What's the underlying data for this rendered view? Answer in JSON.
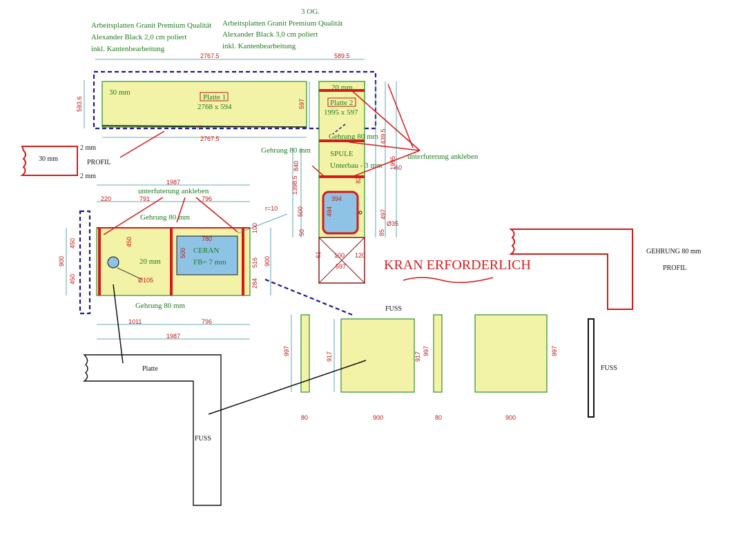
{
  "header": {
    "floor": "3 OG.",
    "spec_left": [
      "Arbeitsplatten Granit Premium Qualität",
      "Alexander Black 2,0 cm poliert",
      "inkl. Kantenbearbeitung"
    ],
    "spec_right": [
      "Arbeitsplatten Granit Premium Qualität",
      "Alexander Black 3,0 cm poliert",
      "inkl. Kantenbearbeitung"
    ]
  },
  "top_plate": {
    "dim_top": "2767.5",
    "dim_right_top": "589.5",
    "dim_left": "593.6",
    "dim_bottom": "2767.5",
    "thickness": "30 mm",
    "label": "Platte 1",
    "size": "2768 x 594",
    "dim_right_side": "597"
  },
  "right_plate": {
    "thickness": "20 mm",
    "label": "Platte 2",
    "size": "1995  x 597",
    "miter": "Gehrung 80 mm",
    "miter_left": "Gehrung 80 mm",
    "sink": "SPULE",
    "sink_note": "Unterbau - 3 mm",
    "dim_1995": "1995",
    "dim_1439": "1439.5",
    "dim_60": "60",
    "dim_840": "840",
    "dim_1398": "1398.5",
    "dim_500": "500",
    "dim_82": "82",
    "dim_394": "394",
    "dim_494": "494",
    "dim_497": "497",
    "dim_35": "Ø35",
    "dim_85": "85",
    "dim_50": "50",
    "dim_61": "61",
    "dim_100": "100",
    "dim_120": "120",
    "dim_597b": "597",
    "glue": "unterfuterung ankleben"
  },
  "profile_left": {
    "thickness": "30 mm",
    "top": "2 mm",
    "label": "PROFIL",
    "bottom": "2 mm"
  },
  "lower_plate": {
    "dim_top": "1987",
    "dim_220": "220",
    "dim_791": "791",
    "dim_796_top": "796",
    "glue": "unterfuterung ankleben",
    "miter_top": "Gehrung 80 mm",
    "radius": "r=10",
    "dim_780": "780",
    "dim_500": "500",
    "cooktop": "CERAN",
    "cooktop_note": "FB= 7 mm",
    "thickness": "20 mm",
    "dim_450a": "450",
    "dim_450b": "450",
    "dim_450c": "450",
    "dim_900_left": "900",
    "dim_900_right": "900",
    "dim_105": "Ø105",
    "dim_516": "516",
    "dim_284": "284",
    "dim_100": "100",
    "miter_bottom": "Gehrung 80 mm",
    "dim_1011": "1011",
    "dim_796_bottom": "796",
    "dim_1987_bottom": "1987"
  },
  "kran": "KRAN ERFORDERLICH",
  "profile_right": {
    "label1": "GEHRUNG 80 mm",
    "label2": "PROFIL"
  },
  "feet": {
    "label_top": "FUSS",
    "dim_997_a": "997",
    "dim_80_a": "80",
    "dim_917_a": "917",
    "dim_917_b": "917",
    "dim_997_b": "997",
    "dim_900_a": "900",
    "dim_80_b": "80",
    "dim_997_c": "997",
    "dim_900_b": "900",
    "label_side": "FUSS"
  },
  "profile_bottom": {
    "plate": "Platte",
    "foot": "FUSS"
  }
}
